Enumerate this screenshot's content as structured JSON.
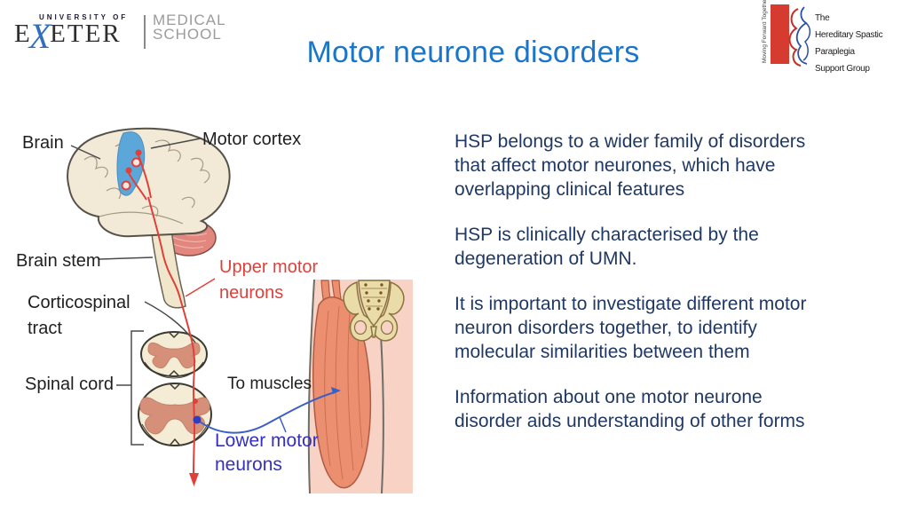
{
  "slide": {
    "title": "Motor neurone disorders",
    "title_color": "#1B75C8",
    "background": "#FFFFFF",
    "body_text_color": "#1F3864"
  },
  "header": {
    "exeter_logo": {
      "university_of": "UNIVERSITY OF",
      "exeter_e1": "E",
      "exeter_x": "X",
      "exeter_rest": "ETER",
      "medical": "MEDICAL",
      "school": "SCHOOL"
    },
    "hsp_logo": {
      "tagline_vertical": "Moving Forward Together",
      "line1": "The",
      "line2": "Hereditary Spastic Paraplegia",
      "line3": "Support Group",
      "bar_color": "#D53B2F"
    }
  },
  "content": {
    "paragraphs": [
      "HSP belongs to a wider family of disorders\nthat affect motor neurones, which have\noverlapping clinical features",
      "HSP is clinically characterised by the\ndegeneration of UMN.",
      "It is important to investigate different motor\nneuron disorders together, to identify\nmolecular similarities between them",
      "Information about one motor neurone\ndisorder aids understanding of other forms"
    ]
  },
  "diagram": {
    "labels": {
      "brain": "Brain",
      "motor_cortex": "Motor cortex",
      "brain_stem": "Brain stem",
      "corticospinal_tract": "Corticospinal\ntract",
      "spinal_cord": "Spinal cord",
      "to_muscles": "To muscles",
      "upper_motor_neurons": "Upper motor\nneurons",
      "lower_motor_neurons": "Lower motor\nneurons"
    },
    "colors": {
      "upper_motor_red": "#E0403A",
      "lower_motor_blue": "#3530C0",
      "neuron_line_blue": "#3B5FC4",
      "motor_cortex_band": "#5BA7D9",
      "brain_fill": "#F2EAD6",
      "cerebellum_fill": "#E2877E",
      "brainstem_fill": "#EFE6CB",
      "cord_section_fill": "#F5ECD5",
      "gray_matter_fill": "#D6907A",
      "muscle_fill": "#EC8F70",
      "bone_fill": "#EADCA8",
      "skin_fill": "#F7D2C5"
    }
  }
}
